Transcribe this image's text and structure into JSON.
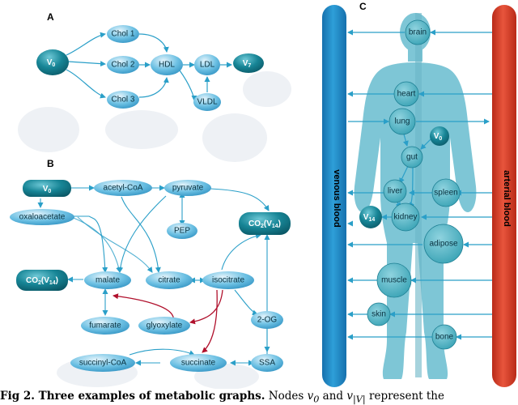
{
  "panels": {
    "a": {
      "label": "A",
      "nodes": {
        "v0": {
          "main": "V",
          "sub": "0"
        },
        "chol1": "Chol 1",
        "chol2": "Chol 2",
        "chol3": "Chol 3",
        "hdl": "HDL",
        "ldl": "LDL",
        "vldl": "VLDL",
        "v7": {
          "main": "V",
          "sub": "7"
        }
      }
    },
    "b": {
      "label": "B",
      "nodes": {
        "v0": {
          "main": "V",
          "sub": "0"
        },
        "acetyl_coa": "acetyl-CoA",
        "pyruvate": "pyruvate",
        "oxaloacetate": "oxaloacetate",
        "pep": "PEP",
        "co2_right": {
          "a": "CO",
          "b": "2",
          "c": "(V",
          "d": "14",
          "e": ")"
        },
        "co2_left": {
          "a": "CO",
          "b": "2",
          "c": "(V",
          "d": "14",
          "e": ")"
        },
        "malate": "malate",
        "citrate": "citrate",
        "isocitrate": "isocitrate",
        "fumarate": "fumarate",
        "glyoxylate": "glyoxylate",
        "two_og": "2-OG",
        "succinyl_coa": "succinyl-CoA",
        "succinate": "succinate",
        "ssa": "SSA"
      }
    },
    "c": {
      "label": "C",
      "venous_label": "venous blood",
      "arterial_label": "arterial blood",
      "organs": {
        "brain": "brain",
        "heart": "heart",
        "lung": "lung",
        "gut": "gut",
        "liver": "liver",
        "spleen": "spleen",
        "kidney": "kidney",
        "adipose": "adipose",
        "muscle": "muscle",
        "skin": "skin",
        "bone": "bone"
      },
      "v0": {
        "main": "V",
        "sub": "0"
      },
      "v14": {
        "main": "V",
        "sub": "14"
      }
    }
  },
  "caption": {
    "lead": "Fig 2. Three examples of metabolic graphs.",
    "nodes_word": "Nodes",
    "v0": {
      "main": "v",
      "sub": "0"
    },
    "and_word": "and",
    "v_last": {
      "main": "v",
      "sub": "|V|"
    },
    "rest": "represent the"
  },
  "colors": {
    "node_light": "#5fb8de",
    "node_dark": "#0f6e80",
    "edge_blue": "#2a9fc8",
    "edge_red": "#b0102c",
    "venous_bar": "#1d84c2",
    "arterial_bar": "#d63a26",
    "body": "#7fc7d6",
    "background_blob": "#f0f2f6"
  }
}
